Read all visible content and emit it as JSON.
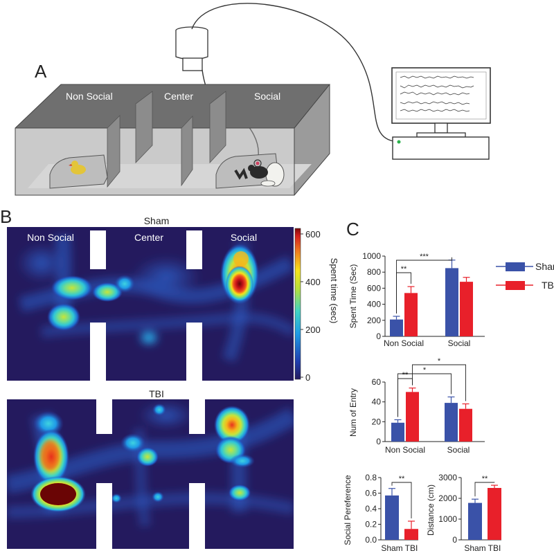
{
  "panels": {
    "a": "A",
    "b": "B",
    "c": "C"
  },
  "arena": {
    "non_social": "Non Social",
    "center": "Center",
    "social": "Social"
  },
  "heatmap": {
    "sham_title": "Sham",
    "tbi_title": "TBI",
    "zone_labels": [
      "Non Social",
      "Center",
      "Social"
    ],
    "colorbar": {
      "label": "Spent time (sec)",
      "ticks": [
        "600",
        "400",
        "200",
        "0"
      ]
    }
  },
  "legend": {
    "items": [
      {
        "name": "Sham",
        "color": "#3a52a8"
      },
      {
        "name": "TBI",
        "color": "#e8202a"
      }
    ]
  },
  "colors": {
    "sham": "#3a52a8",
    "tbi": "#e8202a"
  },
  "chart_data": [
    {
      "type": "bar",
      "ylabel": "Spent Time (Sec)",
      "categories": [
        "Non Social",
        "Social"
      ],
      "ylim": [
        0,
        1000
      ],
      "yticks": [
        "0",
        "200",
        "400",
        "600",
        "800",
        "1000"
      ],
      "series": [
        {
          "name": "Sham",
          "values": [
            210,
            850
          ],
          "errors": [
            40,
            100
          ]
        },
        {
          "name": "TBI",
          "values": [
            540,
            680
          ],
          "errors": [
            80,
            55
          ]
        }
      ],
      "significance": [
        "**",
        "***"
      ]
    },
    {
      "type": "bar",
      "ylabel": "Num of Entry",
      "categories": [
        "Non Social",
        "Social"
      ],
      "ylim": [
        0,
        60
      ],
      "yticks": [
        "0",
        "20",
        "40",
        "60"
      ],
      "series": [
        {
          "name": "Sham",
          "values": [
            19,
            39
          ],
          "errors": [
            3,
            6
          ]
        },
        {
          "name": "TBI",
          "values": [
            50,
            33
          ],
          "errors": [
            4,
            5
          ]
        }
      ],
      "significance": [
        "**",
        "*",
        "*"
      ]
    },
    {
      "type": "bar",
      "ylabel": "Social Pereference",
      "categories": [
        "Sham",
        "TBI"
      ],
      "ylim": [
        0,
        0.8
      ],
      "yticks": [
        "0.0",
        "0.2",
        "0.4",
        "0.6",
        "0.8"
      ],
      "values": [
        0.57,
        0.14
      ],
      "errors": [
        0.09,
        0.1
      ],
      "significance": [
        "**"
      ]
    },
    {
      "type": "bar",
      "ylabel": "Distance (cm)",
      "categories": [
        "Sham",
        "TBI"
      ],
      "ylim": [
        0,
        3000
      ],
      "yticks": [
        "0",
        "1000",
        "2000",
        "3000"
      ],
      "values": [
        1780,
        2500
      ],
      "errors": [
        180,
        130
      ],
      "significance": [
        "**"
      ]
    }
  ]
}
